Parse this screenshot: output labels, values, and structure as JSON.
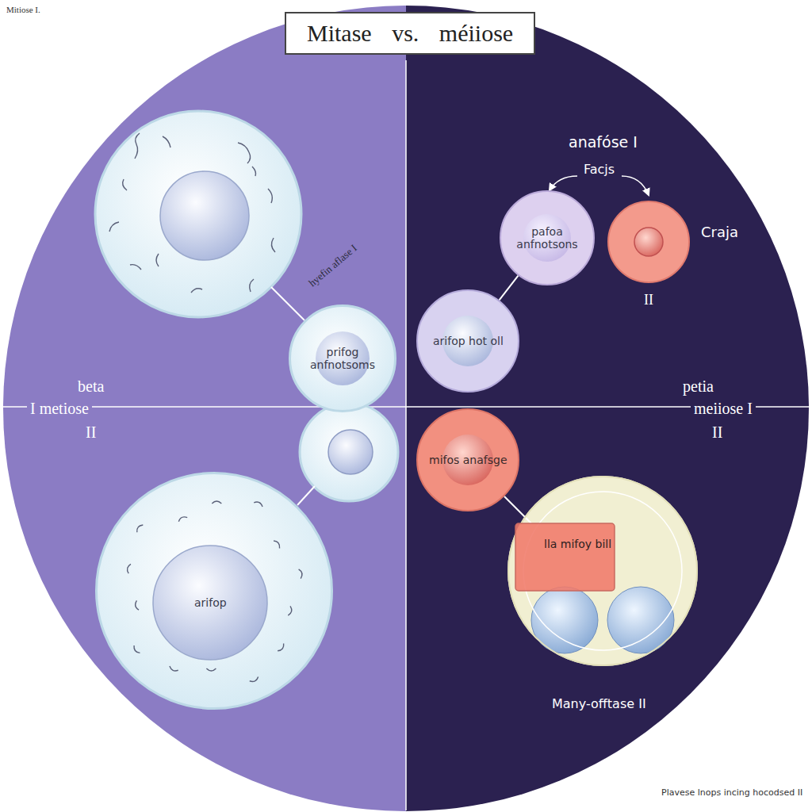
{
  "diagram": {
    "title": "Mitase vs. méiiose",
    "caption": "Plavese lnops incing hocodsed II",
    "nodes": [
      {
        "text": [
          "prifog anfnotsoms"
        ]
      },
      {
        "text": [
          "arifop"
        ]
      },
      {
        "text": [
          "pafoa anfnotsons"
        ]
      },
      {
        "text": [
          "Craja",
          "II"
        ]
      },
      {
        "text": [
          "arifop hot oll"
        ]
      },
      {
        "text": [
          "mifos anafsge"
        ]
      },
      {
        "text": [
          "Many-offtase II"
        ]
      },
      {
        "text": [
          "lla mifoy bill"
        ],
        "in": 6
      }
    ],
    "edges": [
      {
        "from": 4,
        "to": 2,
        "arrow": "none"
      },
      {
        "from": 5,
        "to": 7,
        "arrow": "none"
      }
    ],
    "labels": [
      "Mitiose I.",
      "hyefin aflase I",
      "beta",
      "I metiose",
      "II",
      "anafóse I",
      "Facjs",
      "petia",
      "meiiose I",
      "II"
    ]
  }
}
